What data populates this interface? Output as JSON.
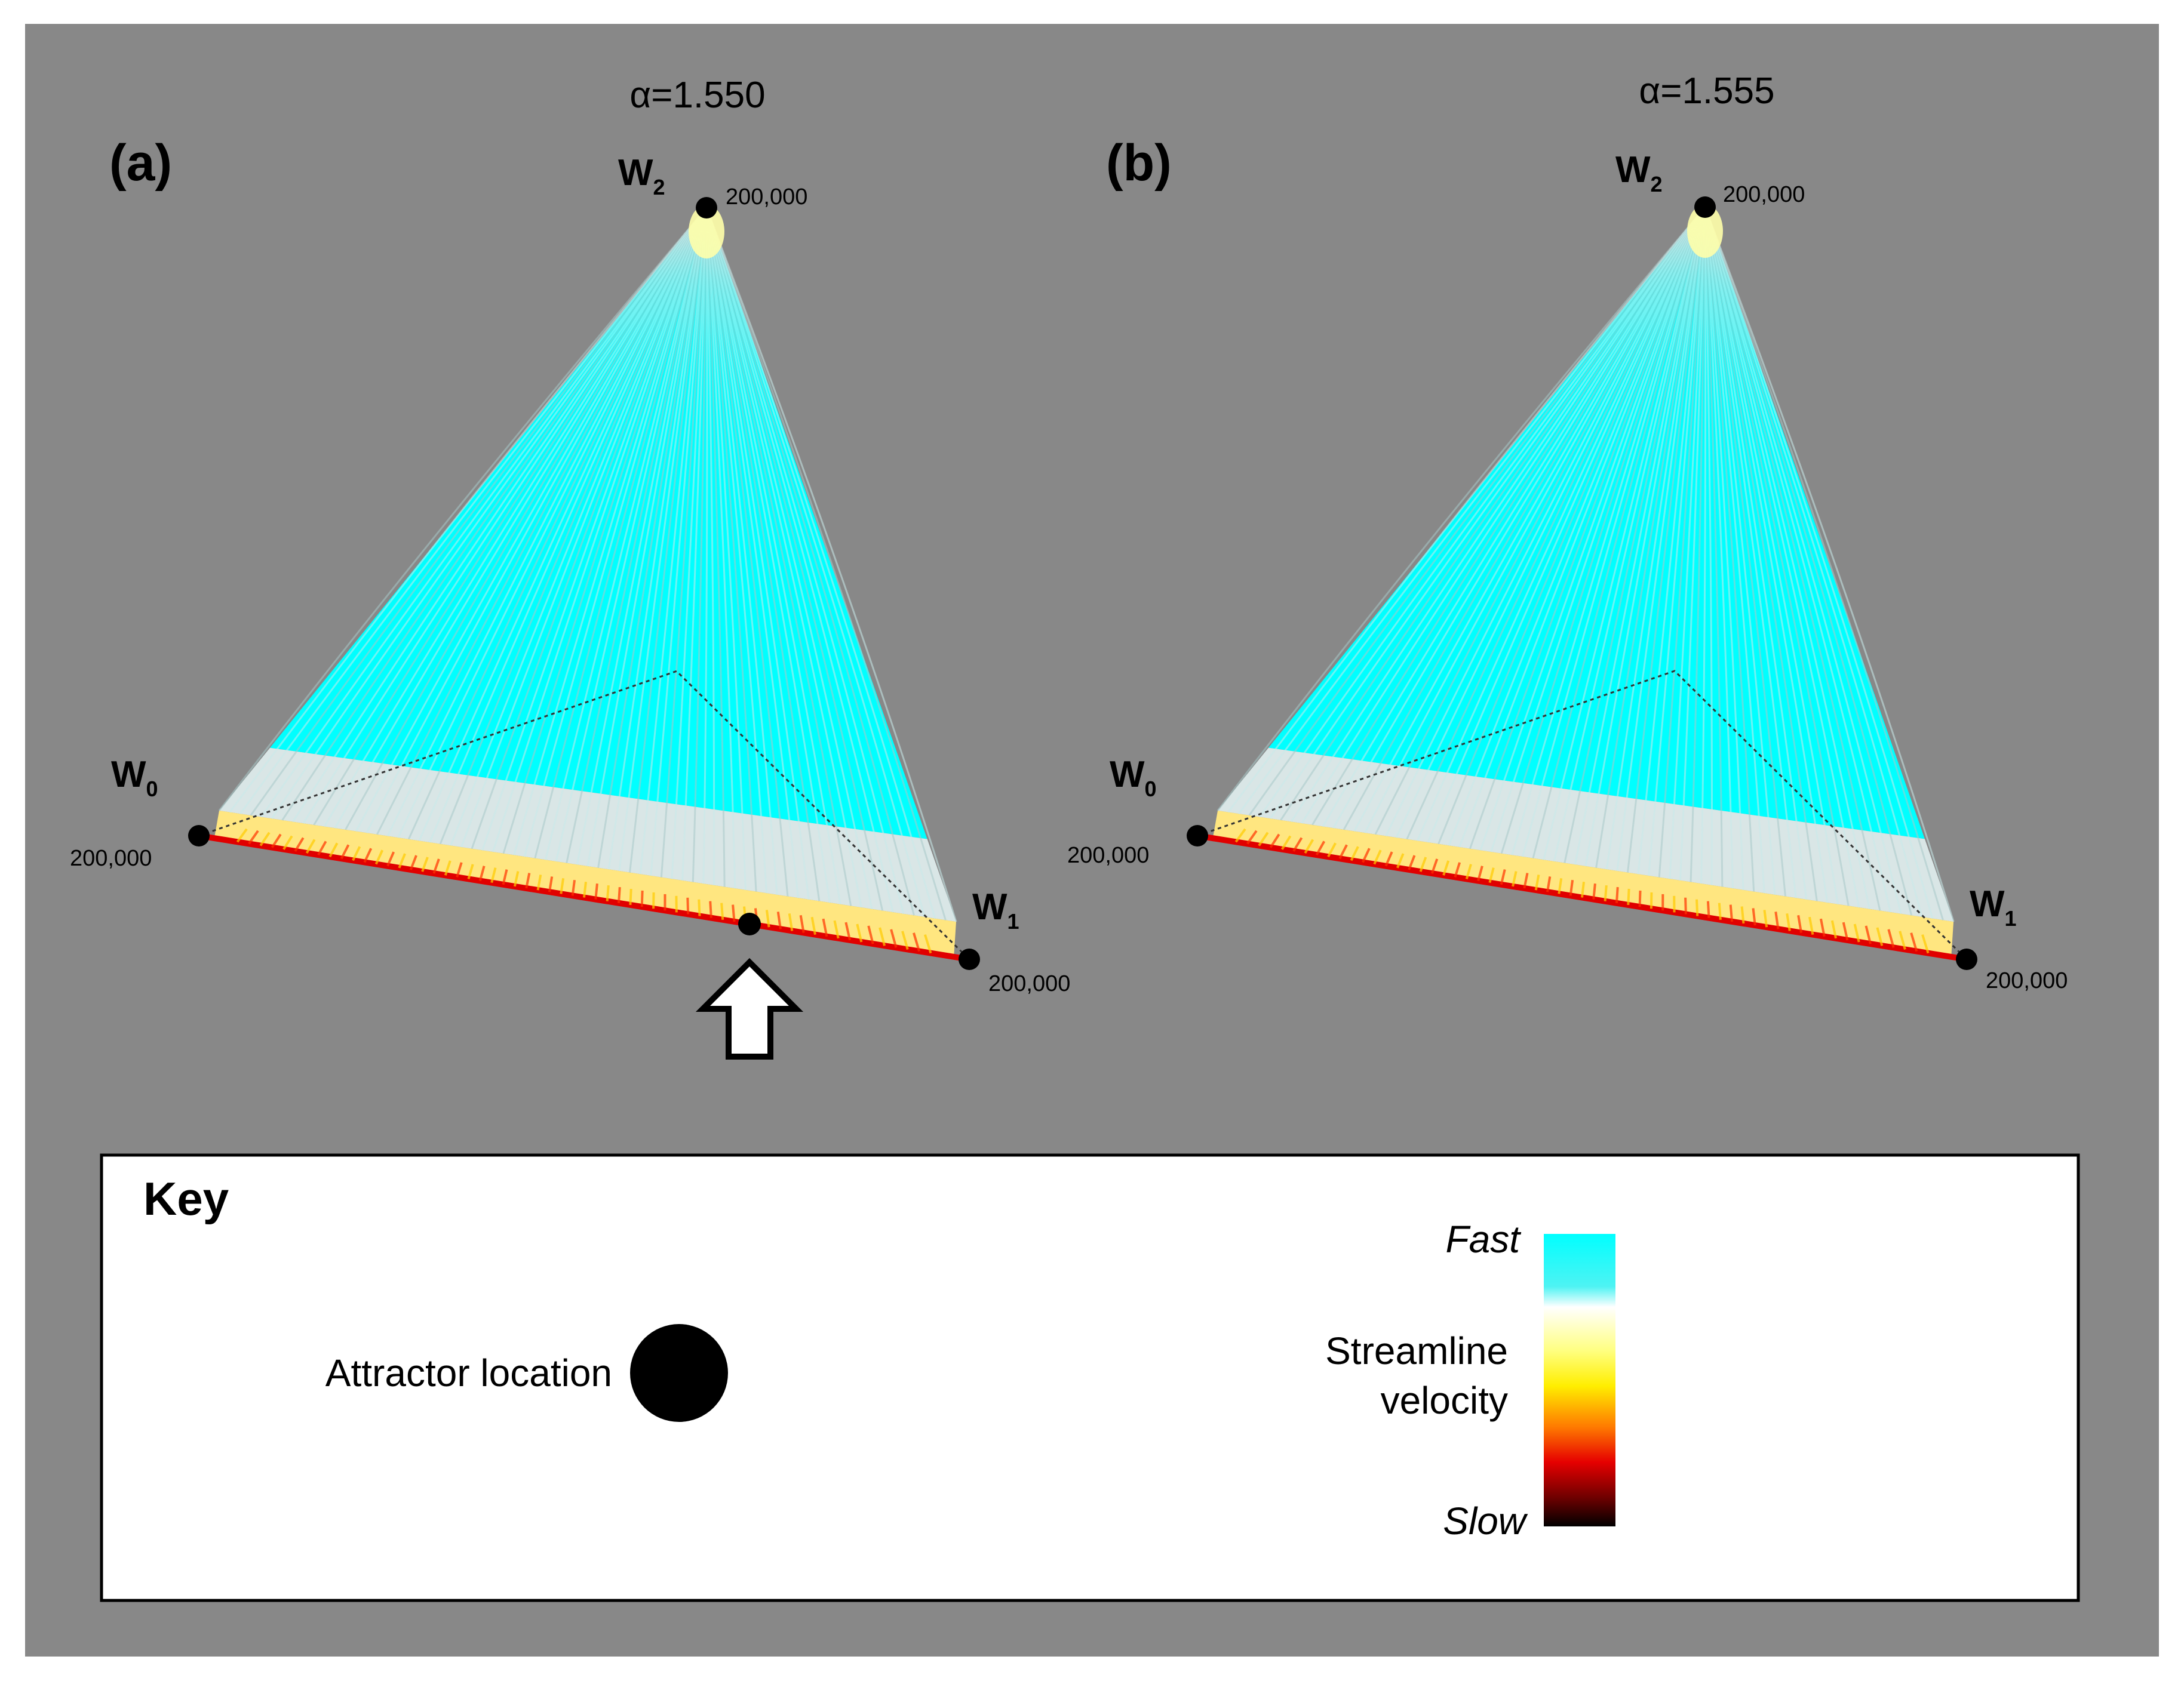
{
  "panels": [
    {
      "id": "a",
      "letter": "(a)",
      "alpha": "α=1.550",
      "vertices": {
        "w2": {
          "base": "W",
          "sub": "2",
          "count": "200,000"
        },
        "w0": {
          "base": "W",
          "sub": "0",
          "count": "200,000"
        },
        "w1": {
          "base": "W",
          "sub": "1",
          "count": "200,000"
        }
      },
      "has_extra_attractor": true
    },
    {
      "id": "b",
      "letter": "(b)",
      "alpha": "α=1.555",
      "vertices": {
        "w2": {
          "base": "W",
          "sub": "2",
          "count": "200,000"
        },
        "w0": {
          "base": "W",
          "sub": "0",
          "count": "200,000"
        },
        "w1": {
          "base": "W",
          "sub": "1",
          "count": "200,000"
        }
      },
      "has_extra_attractor": false
    }
  ],
  "key": {
    "title": "Key",
    "attractor_label": "Attractor location",
    "velocity_label_line1": "Streamline",
    "velocity_label_line2": "velocity",
    "fast_label": "Fast",
    "slow_label": "Slow"
  },
  "colors": {
    "background": "#888888",
    "fast": "#00ffff",
    "mid": "#ffffff",
    "medium": "#ffff00",
    "slower": "#ff8000",
    "slow": "#ff0000",
    "slowest": "#000000"
  }
}
